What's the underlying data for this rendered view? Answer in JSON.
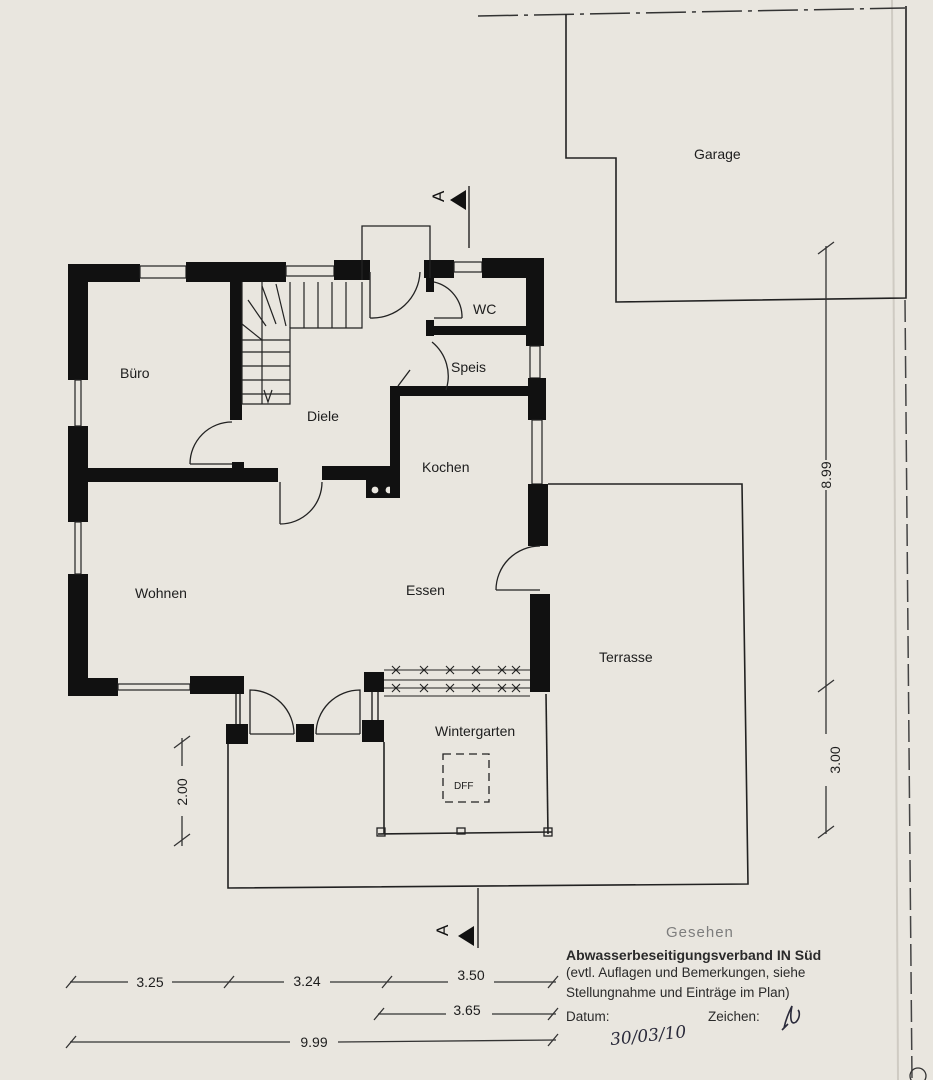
{
  "rooms": {
    "garage": "Garage",
    "buero": "Büro",
    "diele": "Diele",
    "wc": "WC",
    "speis": "Speis",
    "kochen": "Kochen",
    "wohnen": "Wohnen",
    "essen": "Essen",
    "terrasse": "Terrasse",
    "wintergarten": "Wintergarten",
    "dff": "DFF"
  },
  "section_marker": "A",
  "dimensions": {
    "bottom_1": "3.25",
    "bottom_2": "3.24",
    "bottom_3": "3.50",
    "bottom_inner": "3.65",
    "bottom_total": "9.99",
    "left_height": "2.00",
    "right_upper": "8.99",
    "right_lower": "3.00"
  },
  "stamp": {
    "title": "Gesehen",
    "line1": "Abwasserbeseitigungsverband IN Süd",
    "line2": "(evtl. Auflagen und Bemerkungen, siehe",
    "line3": "Stellungnahme und Einträge im Plan)",
    "date_label": "Datum:",
    "date_value": "30/03/10",
    "sign_label": "Zeichen:"
  },
  "colors": {
    "paper": "#e9e6df",
    "wall": "#111111"
  }
}
